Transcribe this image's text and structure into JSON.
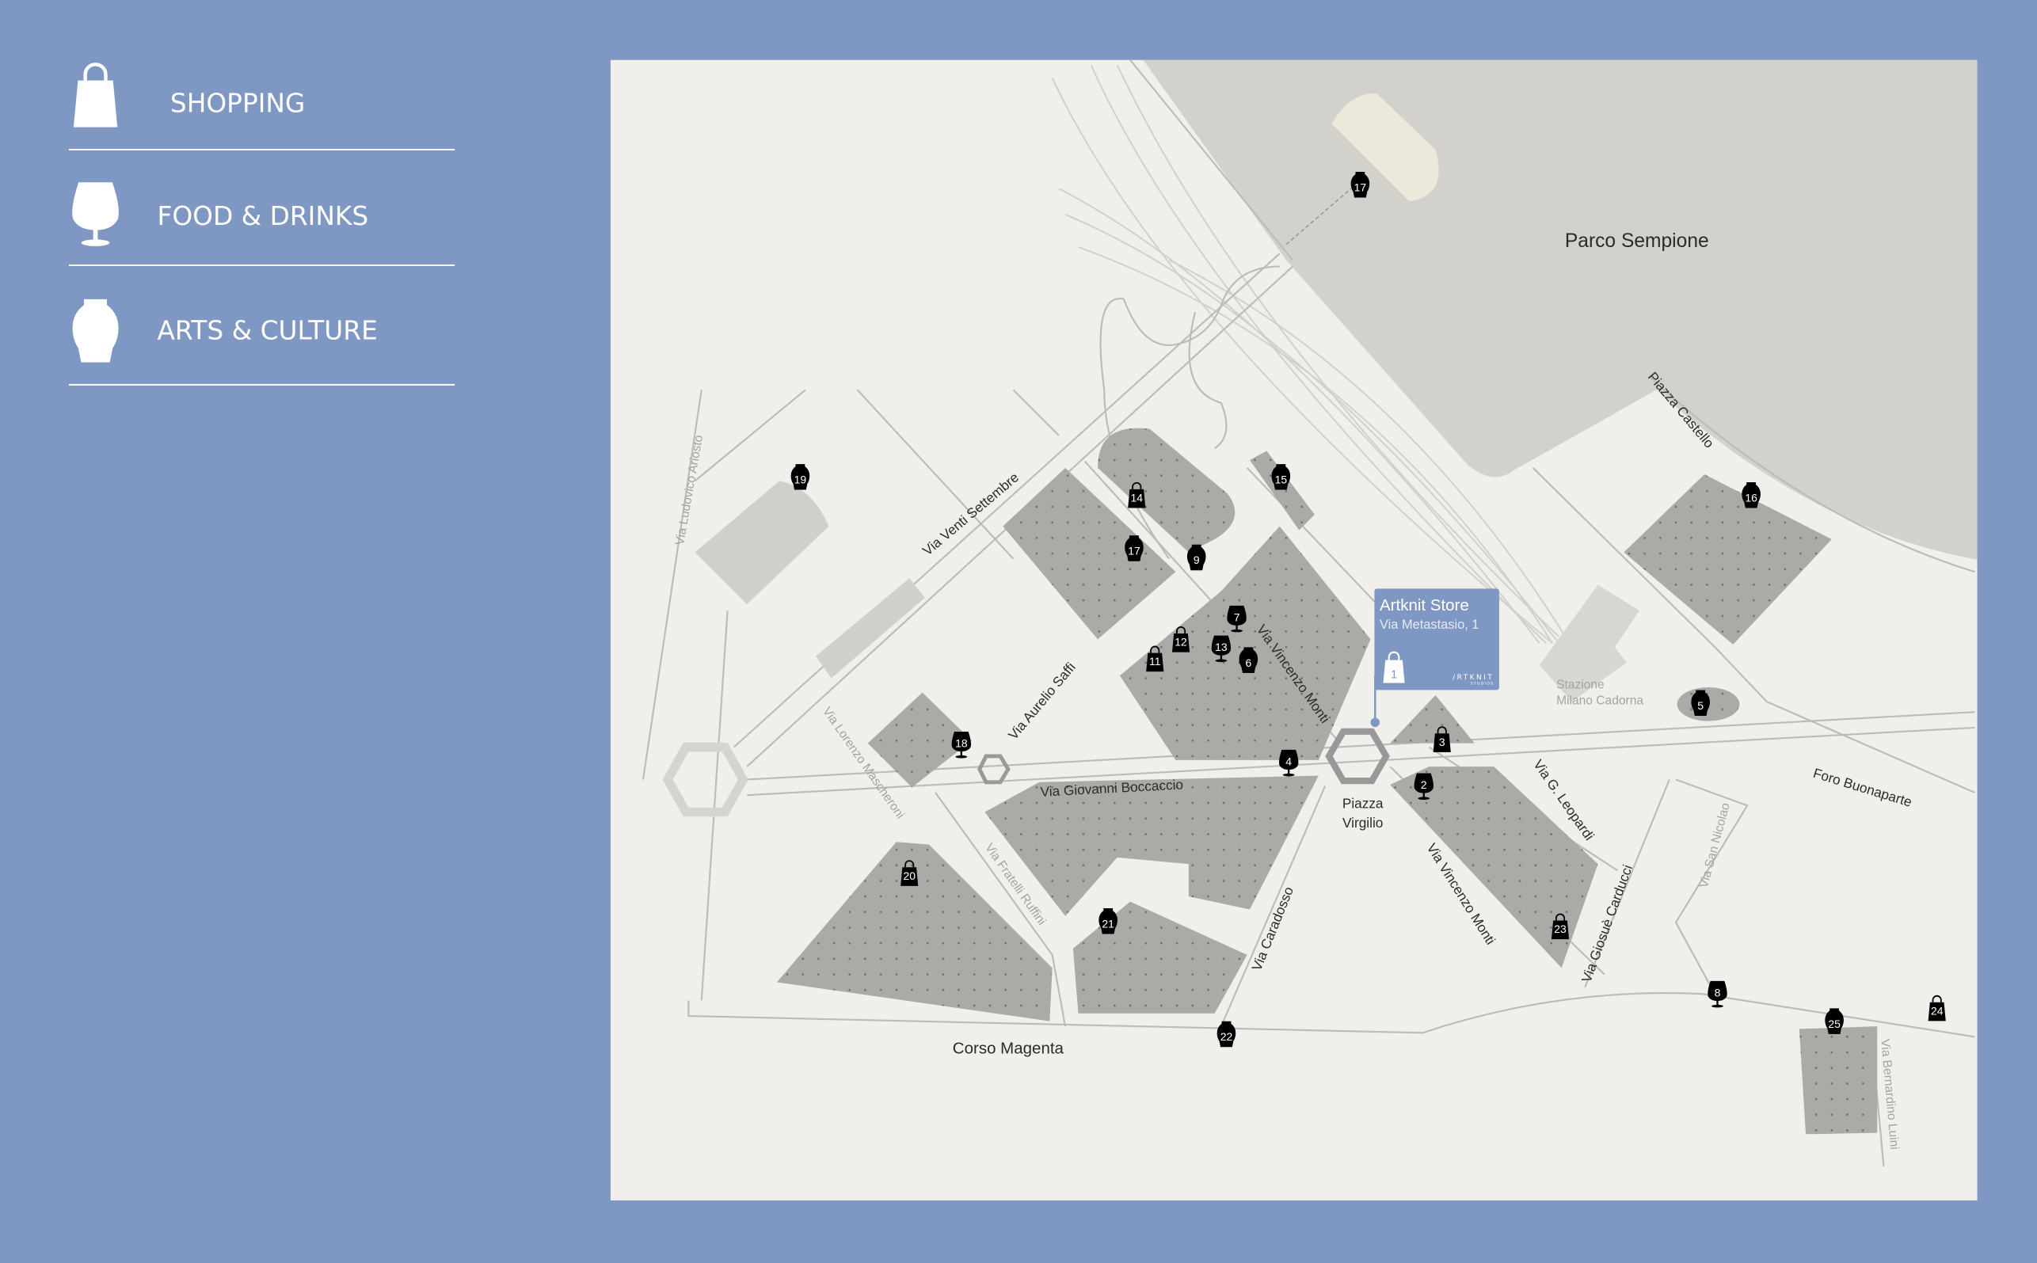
{
  "colors": {
    "background": "#7f97c3",
    "map": "#f0efeb",
    "block": "#acaaa6",
    "park": "#d3d1cc",
    "marker": "#000000",
    "callout": "#7f97c3"
  },
  "legend": [
    {
      "label": "SHOPPING",
      "icon": "shopping-bag-icon"
    },
    {
      "label": "FOOD & DRINKS",
      "icon": "wine-glass-icon"
    },
    {
      "label": "ARTS & CULTURE",
      "icon": "vase-icon"
    }
  ],
  "places": {
    "park": "Parco Sempione",
    "piazza_castello": "Piazza Castello",
    "piazza_virgilio_1": "Piazza",
    "piazza_virgilio_2": "Virgilio",
    "station_1": "Stazione",
    "station_2": "Milano Cadorna"
  },
  "streets": {
    "venti_settembre": "Via Venti Settembre",
    "ariosto": "Via Ludovico Ariosto",
    "saffi": "Via Aurelio Saffi",
    "monti_north": "Via Vincenzo Monti",
    "boccaccio": "Via Giovanni Boccaccio",
    "mascheroni": "Via Lorenzo Mascheroni",
    "ruffini": "Via Fratelli Ruffini",
    "caradosso": "Via Caradosso",
    "monti_south": "Via Vincenzo Monti",
    "leopardi": "Via G. Leopardi",
    "carducci": "Via Giosuè Carducci",
    "san_nicolao": "Via San Nicolao",
    "buonaparte": "Foro Buonaparte",
    "corso_magenta": "Corso Magenta",
    "luini": "Via Bernardino Luini"
  },
  "callout": {
    "title": "Artknit Store",
    "address": "Via Metastasio, 1",
    "number": "1",
    "category": "shopping",
    "logo": "/RTKNIT",
    "logo_sub": "STUDIOS"
  },
  "markers": [
    {
      "number": "2",
      "category": "food"
    },
    {
      "number": "3",
      "category": "shopping"
    },
    {
      "number": "4",
      "category": "food"
    },
    {
      "number": "5",
      "category": "arts"
    },
    {
      "number": "6",
      "category": "arts"
    },
    {
      "number": "7",
      "category": "food"
    },
    {
      "number": "8",
      "category": "food"
    },
    {
      "number": "9",
      "category": "arts"
    },
    {
      "number": "11",
      "category": "shopping"
    },
    {
      "number": "12",
      "category": "shopping"
    },
    {
      "number": "13",
      "category": "food"
    },
    {
      "number": "14",
      "category": "shopping"
    },
    {
      "number": "15",
      "category": "arts"
    },
    {
      "number": "16",
      "category": "arts"
    },
    {
      "number": "17",
      "category": "arts"
    },
    {
      "number": "17",
      "category": "arts"
    },
    {
      "number": "18",
      "category": "food"
    },
    {
      "number": "19",
      "category": "arts"
    },
    {
      "number": "20",
      "category": "shopping"
    },
    {
      "number": "21",
      "category": "arts"
    },
    {
      "number": "22",
      "category": "arts"
    },
    {
      "number": "23",
      "category": "shopping"
    },
    {
      "number": "24",
      "category": "shopping"
    },
    {
      "number": "25",
      "category": "arts"
    }
  ]
}
